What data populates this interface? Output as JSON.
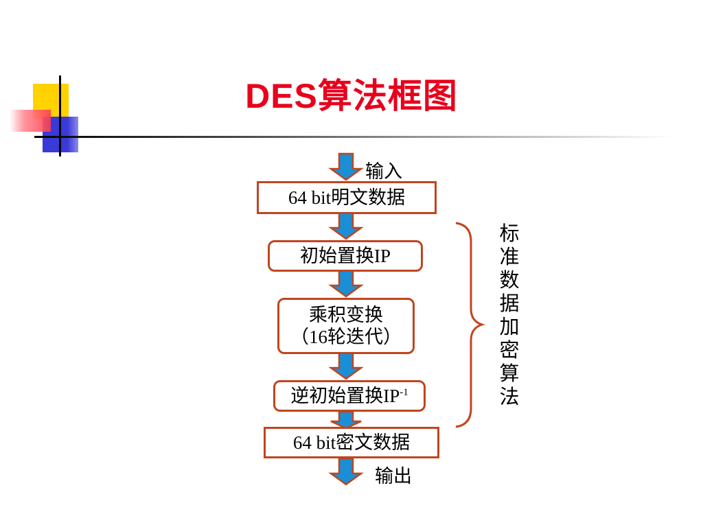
{
  "slide": {
    "title": "DES算法框图",
    "flow": {
      "input_label": "输入",
      "plaintext_box": "64 bit明文数据",
      "initial_permutation": "初始置换IP",
      "product_transform_line1": "乘积变换",
      "product_transform_line2": "（16轮迭代）",
      "inverse_permutation": "逆初始置换IP",
      "inverse_superscript": "-1",
      "ciphertext_box": "64 bit密文数据",
      "output_label": "输出"
    },
    "brace_label": "标准数据加密算法"
  },
  "colors": {
    "title": "#e8001c",
    "box_border": "#c0451d",
    "arrow_fill": "#1a8fd6",
    "arrow_outline": "#c0451d",
    "deco_yellow": "#ffd200",
    "deco_blue": "#3a3ad8",
    "deco_red": "#ff3b4e"
  }
}
